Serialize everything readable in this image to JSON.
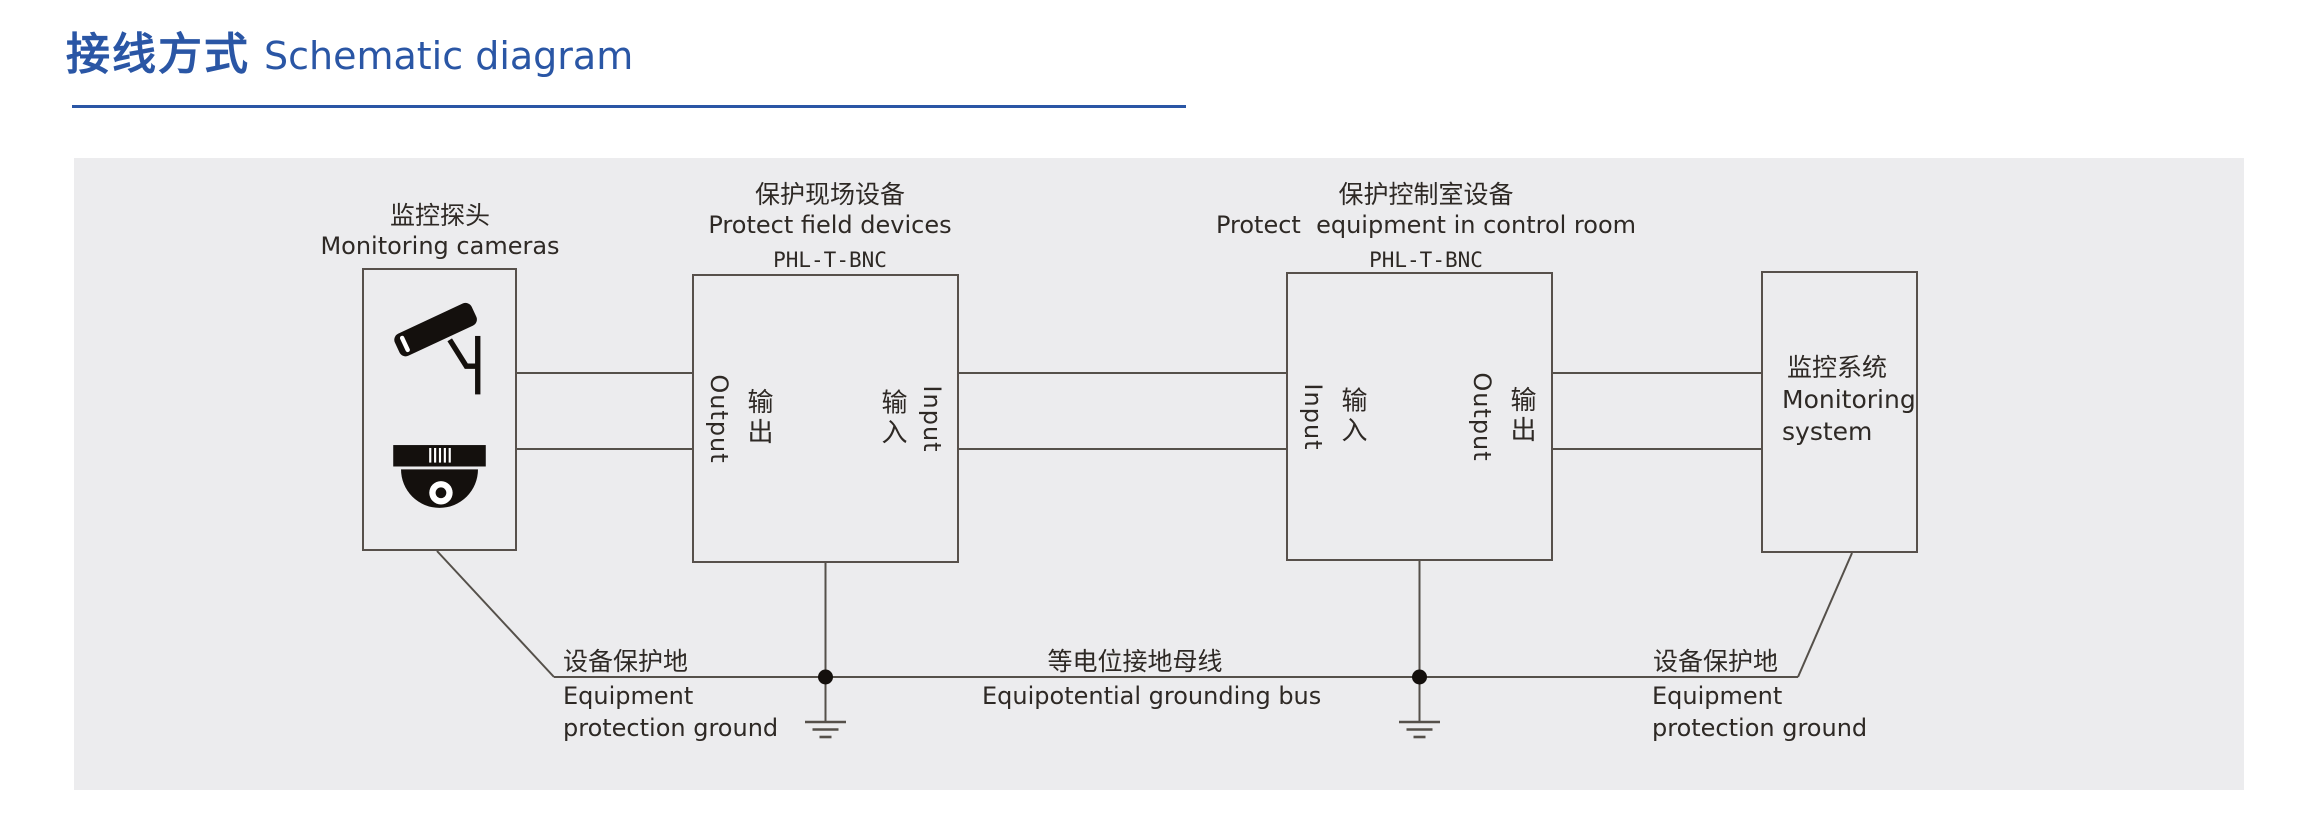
{
  "title": {
    "zh": "接线方式",
    "en": "Schematic diagram"
  },
  "theme": {
    "accent": "#2a56a5",
    "panel_bg": "#ececee",
    "line_color": "#55504a",
    "text_color": "#2e2925",
    "icon_color": "#14100d"
  },
  "nodes": {
    "cameras": {
      "caption_zh": "监控探头",
      "caption_en": "Monitoring cameras",
      "icons": [
        "bullet-camera-icon",
        "dome-camera-icon"
      ]
    },
    "spd_field": {
      "caption_zh": "保护现场设备",
      "caption_en": "Protect field devices",
      "model": "PHL-T-BNC",
      "left_port_en": "Output",
      "left_port_zh": "输出",
      "right_port_zh": "输入",
      "right_port_en": "Input"
    },
    "spd_control": {
      "caption_zh": "保护控制室设备",
      "caption_en": "Protect  equipment in control room",
      "model": "PHL-T-BNC",
      "left_port_en": "Input",
      "left_port_zh": "输入",
      "right_port_en": "Output",
      "right_port_zh": "输出"
    },
    "monitoring_system": {
      "caption_zh": "监控系统",
      "caption_en_line1": "Monitoring",
      "caption_en_line2": "system"
    }
  },
  "grounding": {
    "left": {
      "zh": "设备保护地",
      "en_line1": "Equipment",
      "en_line2": "protection ground"
    },
    "bus": {
      "zh": "等电位接地母线",
      "en": "Equipotential grounding bus"
    },
    "right": {
      "zh": "设备保护地",
      "en_line1": "Equipment",
      "en_line2": "protection ground"
    }
  }
}
